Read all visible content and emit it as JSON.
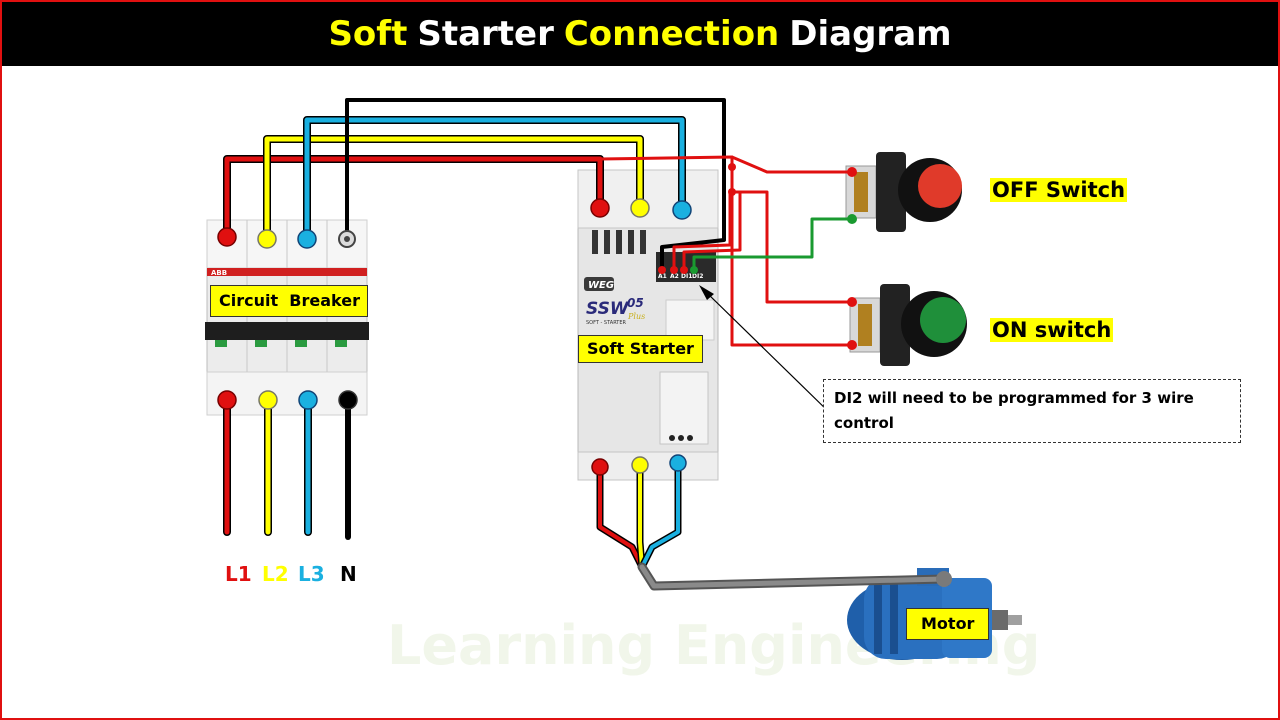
{
  "title": {
    "part1": "Soft",
    "part2": "Starter",
    "part3": "Connection",
    "part4": "Diagram"
  },
  "labels": {
    "circuit_breaker": "Circuit  Breaker",
    "soft_starter": "Soft Starter",
    "motor": "Motor",
    "off_switch": "OFF Switch",
    "on_switch": "ON switch",
    "note": "DI2 will need to be programmed  for 3 wire control"
  },
  "phases": {
    "l1": "L1",
    "l2": "L2",
    "l3": "L3",
    "n": "N"
  },
  "device": {
    "brand": "WEG",
    "model": "SSW",
    "model_number": "05",
    "model_suffix": "Plus",
    "subtitle": "SOFT - STARTER",
    "breaker_brand": "ABB",
    "terminal_a1": "A1",
    "terminal_a2": "A2",
    "terminal_di1": "DI1",
    "terminal_di2": "DI2"
  },
  "watermark": "Learning Engineering",
  "colors": {
    "red": "#e01010",
    "yellow": "#ffff00",
    "blue": "#1ab0e0",
    "black": "#000000",
    "green": "#1a9a30",
    "title_highlight": "#ffff00",
    "title_text": "#ffffff"
  }
}
